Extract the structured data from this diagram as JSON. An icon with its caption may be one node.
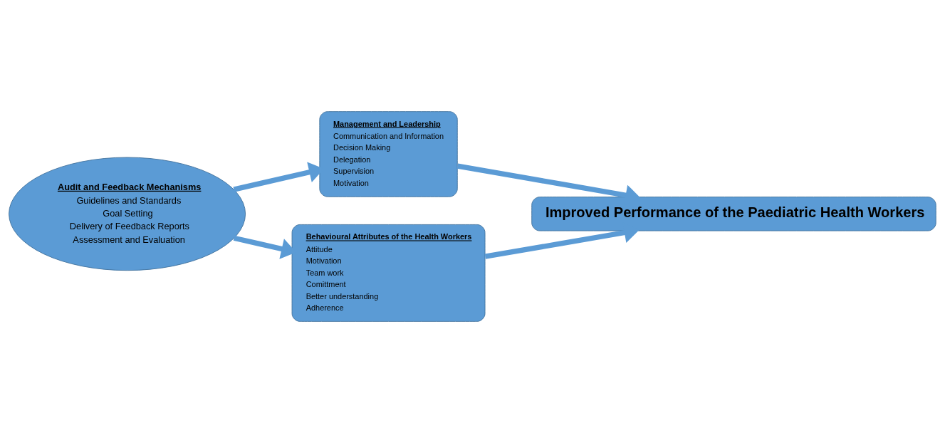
{
  "diagram": {
    "nodes": [
      {
        "text": [
          "Audit and Feedback Mechanisms",
          "Guidelines and Standards",
          "Goal Setting",
          "Delivery of Feedback Reports",
          "Assessment and Evaluation"
        ]
      },
      {
        "text": [
          "Management and Leadership",
          "Communication and Information",
          "Decision Making",
          "Delegation",
          "Supervision",
          "Motivation"
        ]
      },
      {
        "text": [
          "Behavioural Attributes of the Health Workers",
          "Attitude",
          "Motivation",
          "Team work",
          "Comittment",
          "Better understanding",
          "Adherence"
        ]
      },
      {
        "text": [
          "Improved Performance of the Paediatric Health Workers"
        ]
      }
    ],
    "edges": [
      {
        "from": 0,
        "to": 1,
        "arrow": "to"
      },
      {
        "from": 0,
        "to": 2,
        "arrow": "to"
      },
      {
        "from": 1,
        "to": 3,
        "arrow": "to"
      },
      {
        "from": 2,
        "to": 3,
        "arrow": "to"
      }
    ]
  }
}
